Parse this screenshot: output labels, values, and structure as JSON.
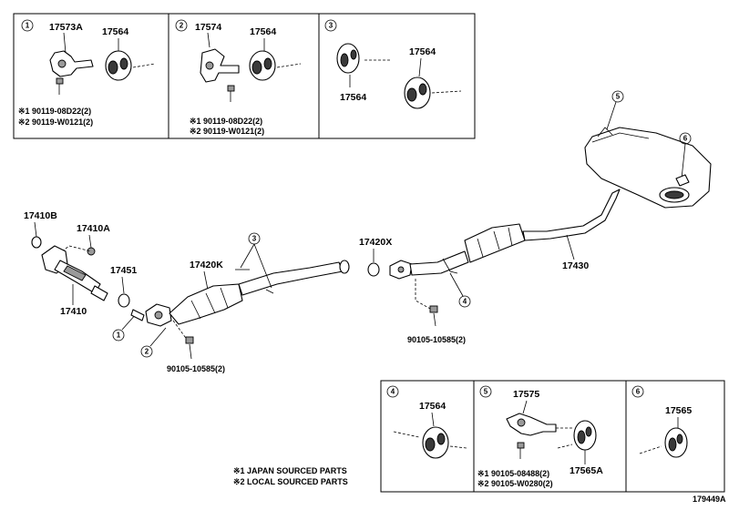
{
  "boxes": {
    "b1": {
      "num": "1",
      "l1": "17573A",
      "l2": "17564",
      "n1": "※1 90119-08D22(2)",
      "n2": "※2 90119-W0121(2)"
    },
    "b2": {
      "num": "2",
      "l1": "17574",
      "l2": "17564",
      "n1": "※1 90119-08D22(2)",
      "n2": "※2 90119-W0121(2)"
    },
    "b3": {
      "num": "3",
      "l1": "17564",
      "l2": "17564"
    },
    "b4": {
      "num": "4",
      "l1": "17564"
    },
    "b5": {
      "num": "5",
      "l1": "17575",
      "l2": "17565A",
      "n1": "※1 90105-08488(2)",
      "n2": "※2 90105-W0280(2)"
    },
    "b6": {
      "num": "6",
      "l1": "17565"
    }
  },
  "main": {
    "p17410B": "17410B",
    "p17410A": "17410A",
    "p17451": "17451",
    "p17410": "17410",
    "p17420K": "17420K",
    "p17420X": "17420X",
    "p17430": "17430",
    "bolt1": "90105-10585(2)",
    "bolt2": "90105-10585(2)",
    "c1": "1",
    "c2": "2",
    "c3": "3",
    "c4": "4",
    "c5": "5",
    "c6": "6"
  },
  "notes": {
    "n1": "※1 JAPAN SOURCED PARTS",
    "n2": "※2 LOCAL SOURCED PARTS"
  },
  "ref": "179449A"
}
